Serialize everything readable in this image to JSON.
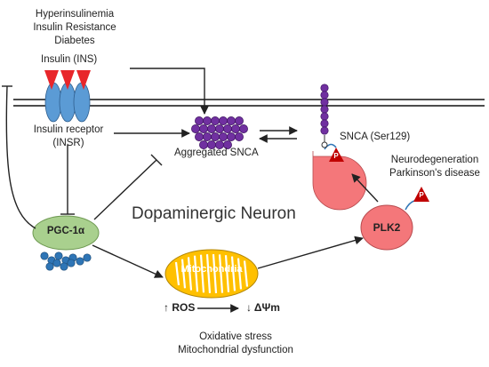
{
  "conditions": [
    "Hyperinsulinemia",
    "Insulin Resistance",
    "Diabetes"
  ],
  "insulin_label": "Insulin (INS)",
  "receptor_label": [
    "Insulin receptor",
    "(INSR)"
  ],
  "aggregated_snca": "Aggregated SNCA",
  "snca_ser129": "SNCA (Ser129)",
  "neurodegeneration": [
    "Neurodegeneration",
    "Parkinson's disease"
  ],
  "neuron_title": "Dopaminergic Neuron",
  "pgc1a": "PGC-1α",
  "mitochondria": "Mitochondria",
  "plk2": "PLK2",
  "phospho_label": "P",
  "ros": "↑ ROS",
  "delta_psi": "↓ ΔΨm",
  "outcomes": [
    "Oxidative stress",
    "Mitochondrial dysfunction"
  ],
  "colors": {
    "triangle": "#e8262a",
    "receptor": "#5b9bd5",
    "aggregate": "#7030a0",
    "pgc": "#a9d08e",
    "plk": "#f4777a",
    "mito": "#ffc000",
    "chain": "#2e75b6"
  }
}
